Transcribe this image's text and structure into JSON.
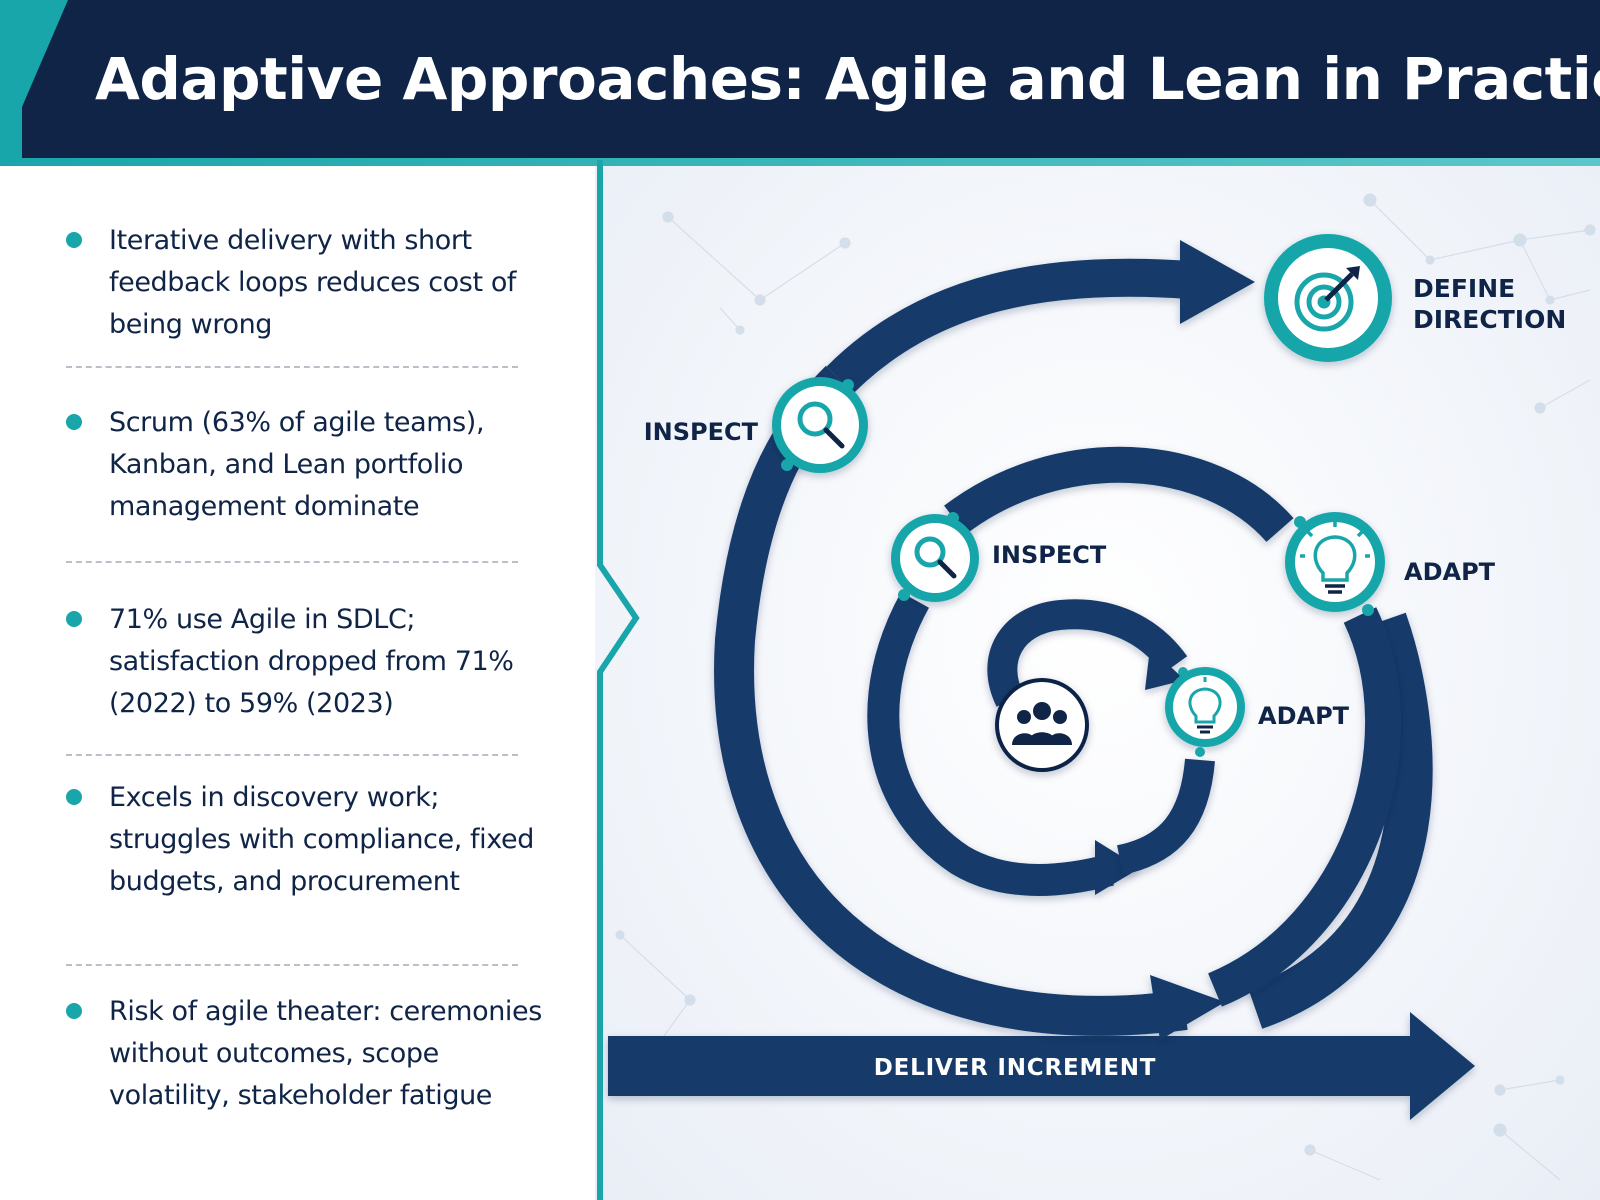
{
  "header": {
    "title": "Adaptive Approaches: Agile and Lean in Practice"
  },
  "bullets": [
    {
      "text": "Iterative delivery with short feedback loops reduces cost of being wrong"
    },
    {
      "text": "Scrum (63% of agile teams), Kanban, and Lean portfolio management dominate"
    },
    {
      "text": "71% use Agile in SDLC; satisfaction dropped from 71% (2022) to 59% (2023)"
    },
    {
      "text": "Excels in discovery work; struggles with compliance, fixed budgets, and procurement"
    },
    {
      "text": "Risk of agile theater: ceremonies without outcomes, scope volatility, stakeholder fatigue"
    }
  ],
  "diagram": {
    "define_direction_line1": "DEFINE",
    "define_direction_line2": "DIRECTION",
    "outer_inspect": "INSPECT",
    "middle_inspect": "INSPECT",
    "middle_adapt": "ADAPT",
    "inner_adapt": "ADAPT",
    "deliver_increment": "DELIVER INCREMENT",
    "icons": {
      "define_direction": "target-icon",
      "inspect": "magnifier-icon",
      "adapt": "lightbulb-icon",
      "center": "team-icon"
    }
  },
  "colors": {
    "navy": "#0f2447",
    "arrow_navy": "#163a6b",
    "teal": "#19a6aa"
  }
}
